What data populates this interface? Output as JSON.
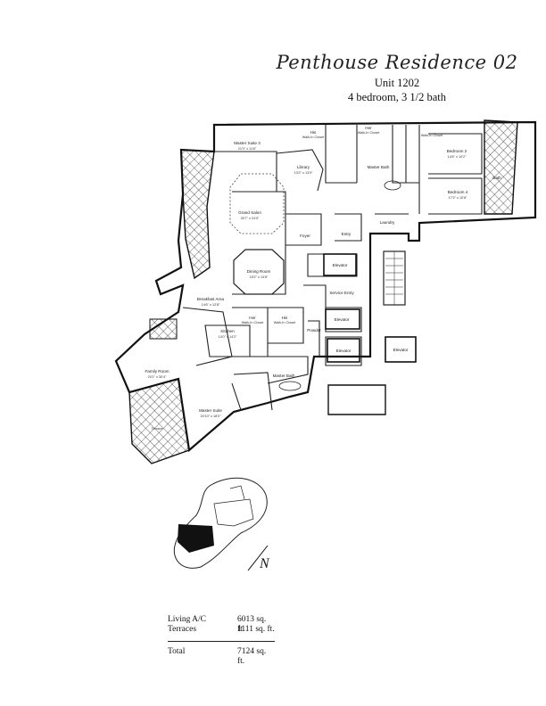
{
  "header": {
    "title": "Penthouse Residence 02",
    "unit": "Unit 1202",
    "bedrooms": "4 bedroom, 3 1/2 bath"
  },
  "rooms": {
    "master_suite_3": "Master Suite 3",
    "master_suite_3_dim": "21'0\" x 11'6\"",
    "his_closet_top": "His",
    "his_closet_top_sub": "Walk-In Closet",
    "her_closet_top": "Her",
    "her_closet_top_sub": "Walk-In Closet",
    "walkin_closet_right": "Walk-In Closet",
    "library": "Library",
    "library_dim": "13'2\" x 13'0\"",
    "master_bath_top": "Master Bath",
    "bedroom_2": "Bedroom 2",
    "bedroom_2_dim": "14'6\" x 10'2\"",
    "bedroom_4": "Bedroom 4",
    "bedroom_4_dim": "17'2\" x 10'8\"",
    "bath": "Bath",
    "grand_salon": "Grand Salon",
    "grand_salon_dim": "30'7\" x 24'0\"",
    "foyer": "Foyer",
    "entry": "Entry",
    "laundry": "Laundry",
    "dining_room": "Dining Room",
    "dining_room_dim": "15'2\" x 14'8\"",
    "elevator_1": "Elevator",
    "elevator_2": "Elevator",
    "elevator_3": "Elevator",
    "elevator_4": "Elevator",
    "service_entry": "Service Entry",
    "breakfast_area": "Breakfast Area",
    "breakfast_dim": "14'6\" x 12'8\"",
    "kitchen": "Kitchen",
    "kitchen_dim": "14'0\" x 14'2\"",
    "her_closet_mid": "Her",
    "her_closet_mid_sub": "Walk-In Closet",
    "his_closet_mid": "His",
    "his_closet_mid_sub": "Walk-In Closet",
    "powder": "Powder",
    "family_room": "Family Room",
    "family_room_dim": "20'1\" x 30'4\"",
    "master_bath": "Master Bath",
    "master_suite": "Master Suite",
    "master_suite_dim": "20'10\" x 18'0\"",
    "terrace": "Terrace"
  },
  "area_table": {
    "rows": [
      {
        "label": "Living A/C",
        "value": "6013 sq. ft."
      },
      {
        "label": "Terraces",
        "value": "1111 sq. ft."
      }
    ],
    "total": {
      "label": "Total",
      "value": "7124 sq. ft."
    }
  },
  "compass": {
    "letter": "N"
  },
  "colors": {
    "line": "#1a1a1a",
    "terrace_fill": "#ffffff",
    "key_highlight": "#111111"
  }
}
